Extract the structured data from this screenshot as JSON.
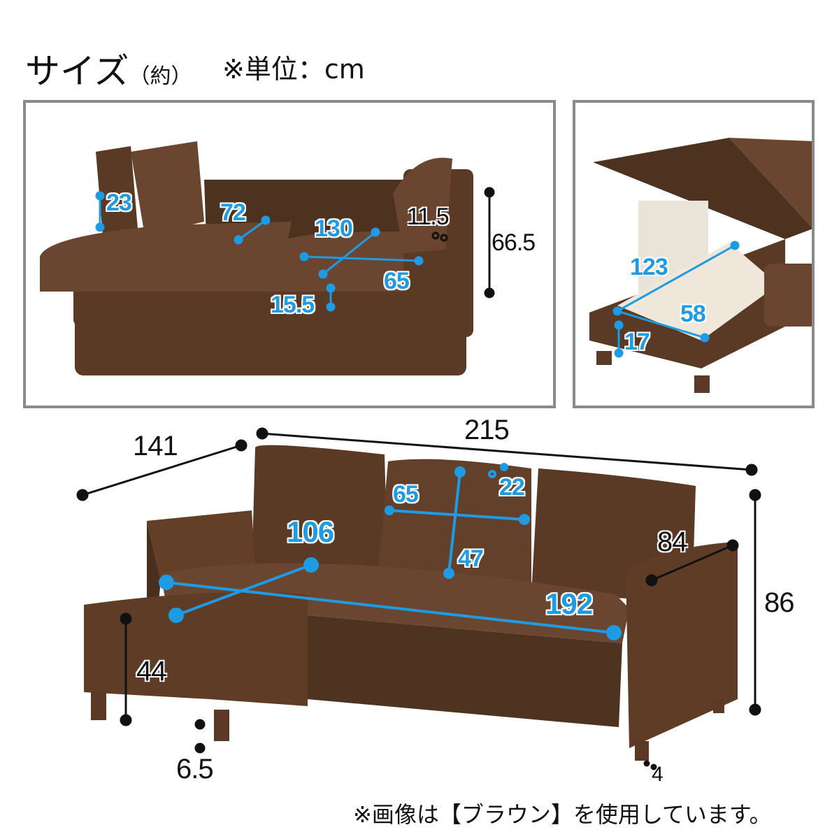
{
  "header": {
    "title": "サイズ",
    "approx": "（約）",
    "unit_note": "※単位：cm"
  },
  "panel_bed": {
    "labels": {
      "armrest_h": "23",
      "back_depth": "72",
      "bed_length": "130",
      "arm_width": "11.5",
      "height_bed": "66.5",
      "bed_width": "65",
      "seat_thickness": "15.5"
    }
  },
  "panel_storage": {
    "labels": {
      "inner_length": "123",
      "inner_width": "58",
      "inner_depth": "17"
    }
  },
  "main": {
    "labels": {
      "depth_total": "141",
      "width_total": "215",
      "cushion_width": "65",
      "cushion_thickness": "22",
      "chaise_length": "106",
      "arm_depth": "84",
      "cushion_height": "47",
      "height_total": "86",
      "seat_width": "192",
      "seat_height": "44",
      "chaise_leg": "6.5",
      "leg_height": "4"
    }
  },
  "footer": {
    "note": "※画像は【ブラウン】を使用しています。"
  },
  "colors": {
    "fabric": "#5a3a24",
    "dimension_blue": "#1e9be3",
    "frame": "#8a8a8a"
  }
}
